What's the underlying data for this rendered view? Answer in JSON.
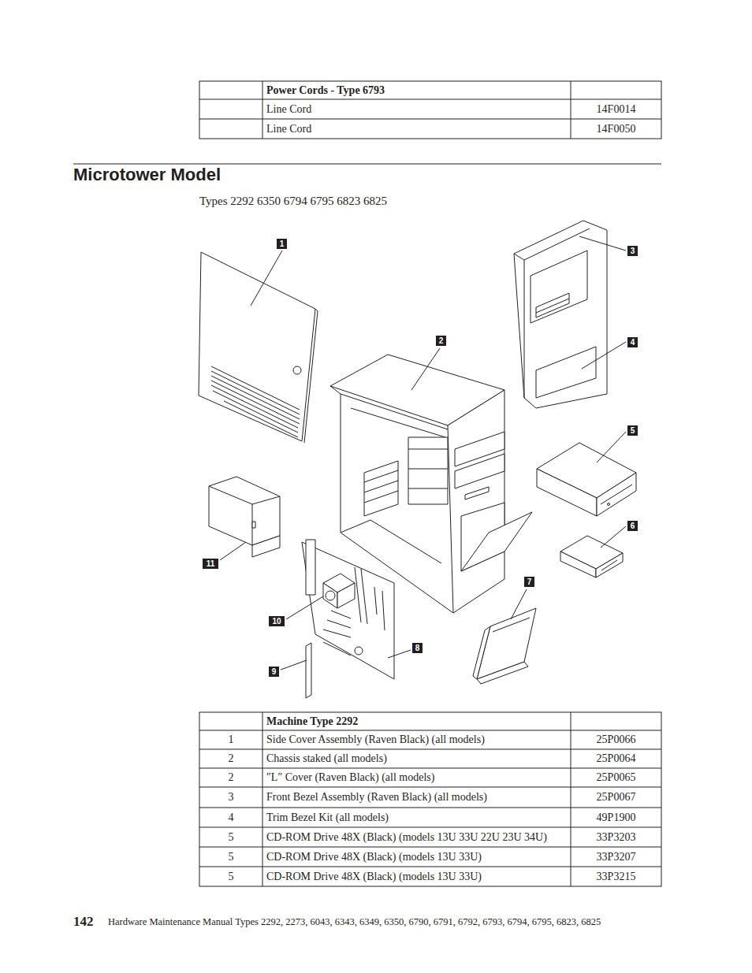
{
  "diagram": {
    "title": "Microtower Model",
    "labels": [
      "Power Cords - Type 6793",
      "Line Cord",
      "14F0014",
      "Line Cord",
      "14F0050",
      "Types 2292 6350 6794 6795 6823 6825",
      "1",
      "3",
      "2",
      "4",
      "5",
      "6",
      "11",
      "7",
      "10",
      "8",
      "9",
      "Machine Type 2292",
      "1",
      "Side Cover Assembly (Raven Black) (all models)",
      "25P0066",
      "2",
      "Chassis staked (all models)",
      "25P0064",
      "2",
      "″L″ Cover (Raven Black) (all models)",
      "25P0065",
      "3",
      "Front Bezel Assembly (Raven Black) (all models)",
      "25P0067",
      "4",
      "Trim Bezel Kit (all models)",
      "49P1900",
      "5",
      "CD-ROM Drive 48X (Black) (models 13U 33U 22U 23U 34U)",
      "33P3203",
      "5",
      "CD-ROM Drive 48X (Black) (models 13U 33U)",
      "33P3207",
      "5",
      "CD-ROM Drive 48X (Black) (models 13U 33U)",
      "33P3215",
      "142",
      "Hardware Maintenance Manual Types 2292, 2273, 6043, 6343, 6349, 6350, 6790, 6791, 6792, 6793, 6794, 6795, 6823, 6825"
    ]
  }
}
